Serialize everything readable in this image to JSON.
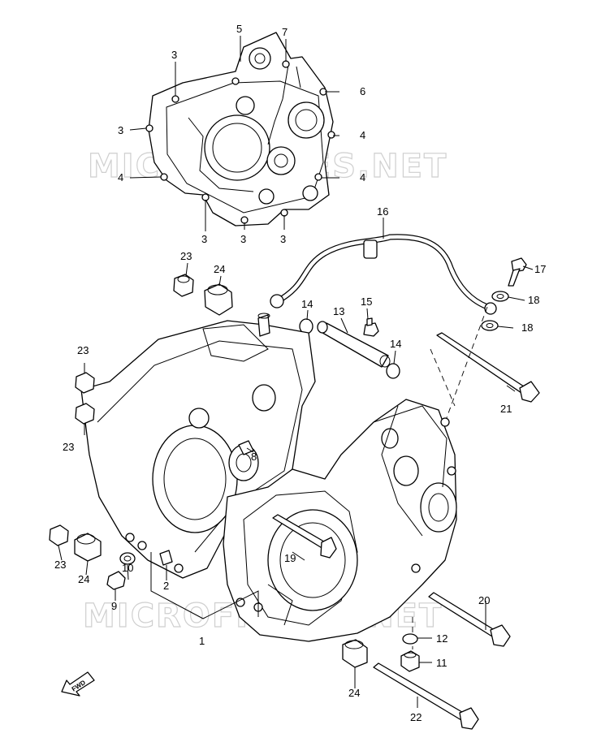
{
  "diagram": {
    "watermark_text": "MICROFICHES.NET",
    "fwd_label": "FWD",
    "callouts": [
      {
        "id": "c5",
        "label": "5"
      },
      {
        "id": "c7",
        "label": "7"
      },
      {
        "id": "c3a",
        "label": "3"
      },
      {
        "id": "c6",
        "label": "6"
      },
      {
        "id": "c3b",
        "label": "3"
      },
      {
        "id": "c4a",
        "label": "4"
      },
      {
        "id": "c4b",
        "label": "4"
      },
      {
        "id": "c4c",
        "label": "4"
      },
      {
        "id": "c3c",
        "label": "3"
      },
      {
        "id": "c3d",
        "label": "3"
      },
      {
        "id": "c3e",
        "label": "3"
      },
      {
        "id": "c16",
        "label": "16"
      },
      {
        "id": "c23a",
        "label": "23"
      },
      {
        "id": "c24a",
        "label": "24"
      },
      {
        "id": "c17",
        "label": "17"
      },
      {
        "id": "c18a",
        "label": "18"
      },
      {
        "id": "c18b",
        "label": "18"
      },
      {
        "id": "c14a",
        "label": "14"
      },
      {
        "id": "c13",
        "label": "13"
      },
      {
        "id": "c15",
        "label": "15"
      },
      {
        "id": "c14b",
        "label": "14"
      },
      {
        "id": "c23b",
        "label": "23"
      },
      {
        "id": "c21",
        "label": "21"
      },
      {
        "id": "c23c",
        "label": "23"
      },
      {
        "id": "c8",
        "label": "8"
      },
      {
        "id": "c23d",
        "label": "23"
      },
      {
        "id": "c24b",
        "label": "24"
      },
      {
        "id": "c10",
        "label": "10"
      },
      {
        "id": "c9",
        "label": "9"
      },
      {
        "id": "c2",
        "label": "2"
      },
      {
        "id": "c19",
        "label": "19"
      },
      {
        "id": "c20",
        "label": "20"
      },
      {
        "id": "c12",
        "label": "12"
      },
      {
        "id": "c11",
        "label": "11"
      },
      {
        "id": "c1",
        "label": "1"
      },
      {
        "id": "c24c",
        "label": "24"
      },
      {
        "id": "c22",
        "label": "22"
      }
    ]
  }
}
